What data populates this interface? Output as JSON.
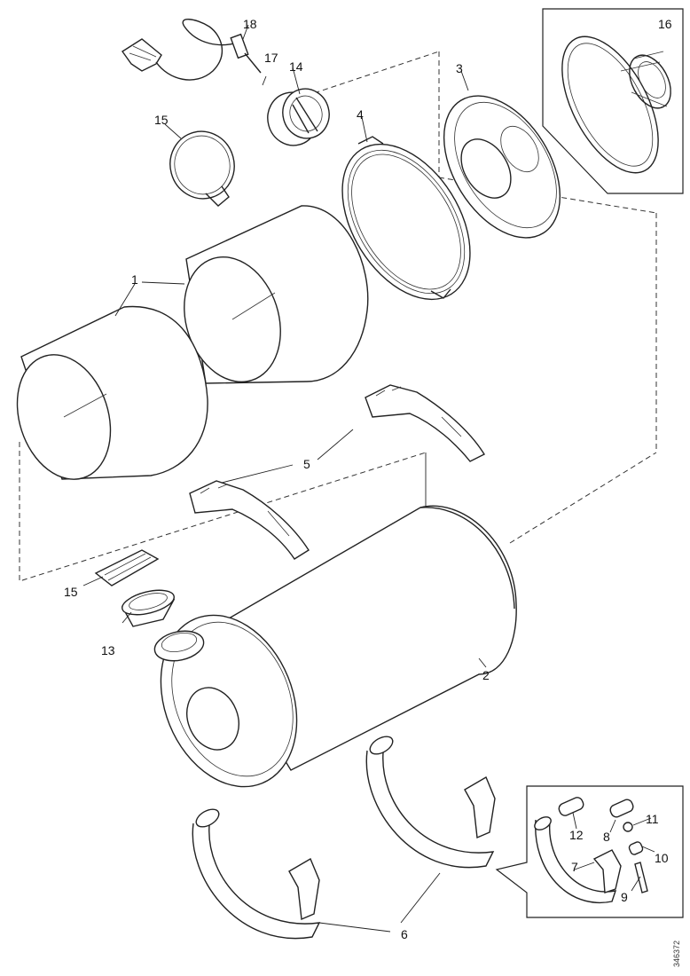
{
  "diagram": {
    "document_id": "346372",
    "callouts": [
      {
        "id": "1",
        "label": "1"
      },
      {
        "id": "2",
        "label": "2"
      },
      {
        "id": "3",
        "label": "3"
      },
      {
        "id": "4",
        "label": "4"
      },
      {
        "id": "5",
        "label": "5"
      },
      {
        "id": "6",
        "label": "6"
      },
      {
        "id": "7",
        "label": "7"
      },
      {
        "id": "8",
        "label": "8"
      },
      {
        "id": "9",
        "label": "9"
      },
      {
        "id": "10",
        "label": "10"
      },
      {
        "id": "11",
        "label": "11"
      },
      {
        "id": "12",
        "label": "12"
      },
      {
        "id": "13",
        "label": "13"
      },
      {
        "id": "14",
        "label": "14"
      },
      {
        "id": "15a",
        "label": "15"
      },
      {
        "id": "15b",
        "label": "15"
      },
      {
        "id": "16",
        "label": "16"
      },
      {
        "id": "17",
        "label": "17"
      },
      {
        "id": "18",
        "label": "18"
      }
    ]
  }
}
